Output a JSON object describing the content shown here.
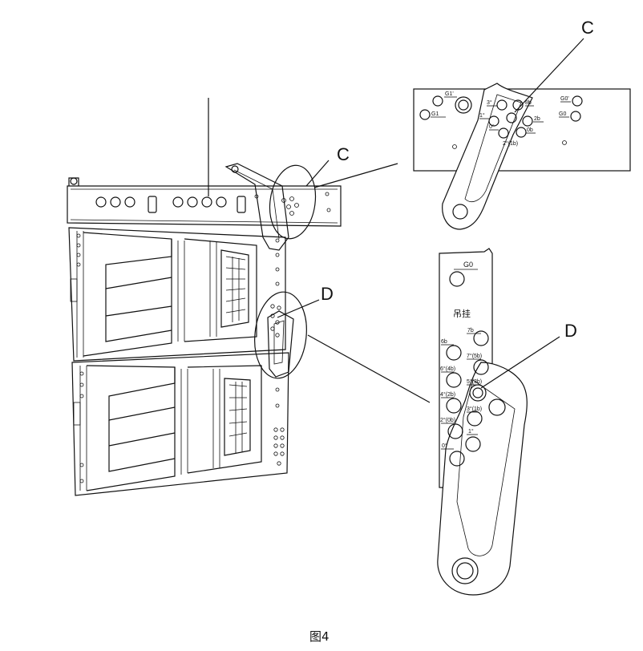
{
  "callouts": {
    "c_top": "C",
    "c_mid": "C",
    "d_mid": "D",
    "d_right": "D"
  },
  "detail_c": {
    "labels": {
      "g1p": "G1'",
      "g1": "G1",
      "g0p": "G0'",
      "g0": "G0",
      "h3": "3°",
      "h1": "1°",
      "h0": "0°",
      "h8b": "8b",
      "h2b": "2b",
      "h0b": "0b",
      "h2_1b": "2°(1b)"
    }
  },
  "detail_d": {
    "title": "G0",
    "rigging": "吊挂",
    "labels": {
      "h7b": "7b",
      "h6b": "6b",
      "h7_5b": "7°(5b)",
      "h6_4b": "6°(4b)",
      "h5_3b": "5°(3b)",
      "h4_2b": "4°(2b)",
      "h3_1b": "3°(1b)",
      "h2_0b": "2°(0b)",
      "h1": "1°",
      "h0": "0°"
    }
  },
  "caption": "图4"
}
